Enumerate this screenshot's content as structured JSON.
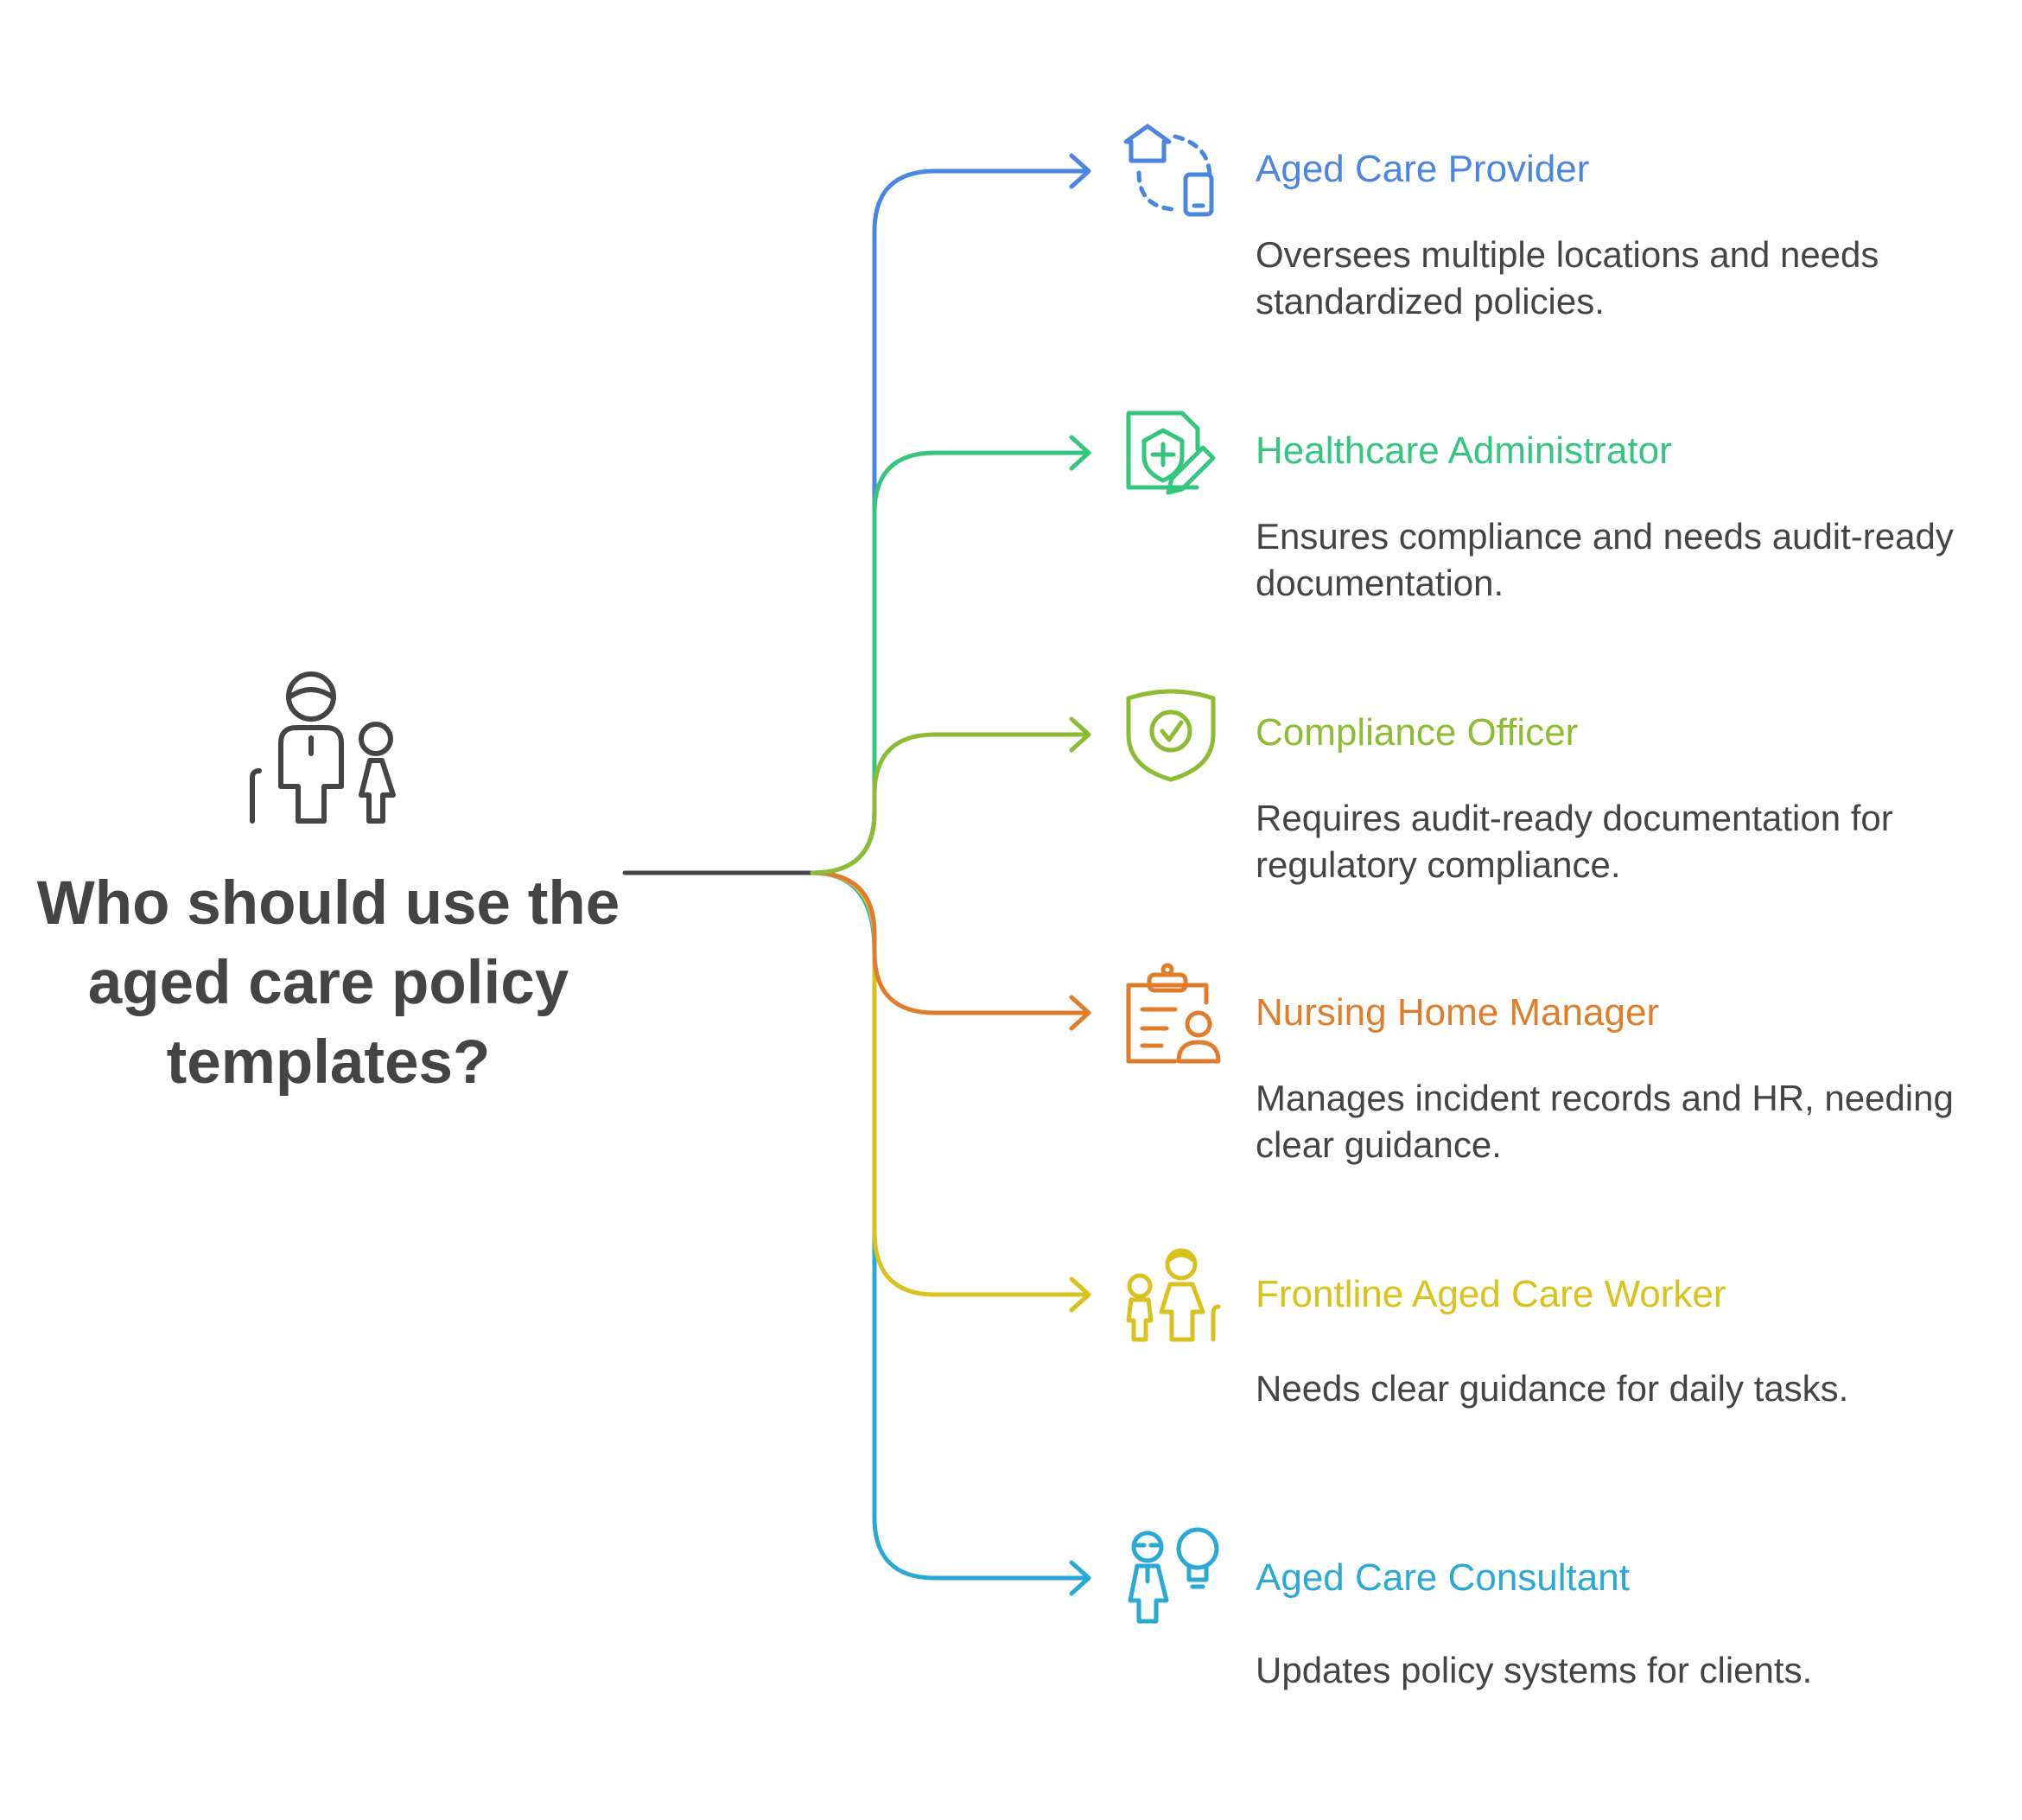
{
  "title": "Who should use the aged care policy templates?",
  "central_icon": "elderly-and-child-icon",
  "items": [
    {
      "title": "Aged Care Provider",
      "description": "Oversees multiple locations and needs standardized policies.",
      "icon": "house-to-phone-icon",
      "color": "#4A86E0"
    },
    {
      "title": "Healthcare Administrator",
      "description": "Ensures compliance and needs audit-ready documentation.",
      "icon": "medical-document-edit-icon",
      "color": "#34C57F"
    },
    {
      "title": "Compliance Officer",
      "description": "Requires audit-ready documentation for regulatory compliance.",
      "icon": "shield-check-icon",
      "color": "#8DBB32"
    },
    {
      "title": "Nursing Home Manager",
      "description": "Manages incident records and HR, needing clear guidance.",
      "icon": "clipboard-user-icon",
      "color": "#E07D2A"
    },
    {
      "title": "Frontline Aged Care Worker",
      "description": "Needs clear guidance for daily tasks.",
      "icon": "caregiver-and-child-icon",
      "color": "#D9C21C"
    },
    {
      "title": "Aged Care Consultant",
      "description": "Updates policy systems for clients.",
      "icon": "consultant-lightbulb-icon",
      "color": "#2AA9D6"
    }
  ],
  "stem_color": "#444444"
}
